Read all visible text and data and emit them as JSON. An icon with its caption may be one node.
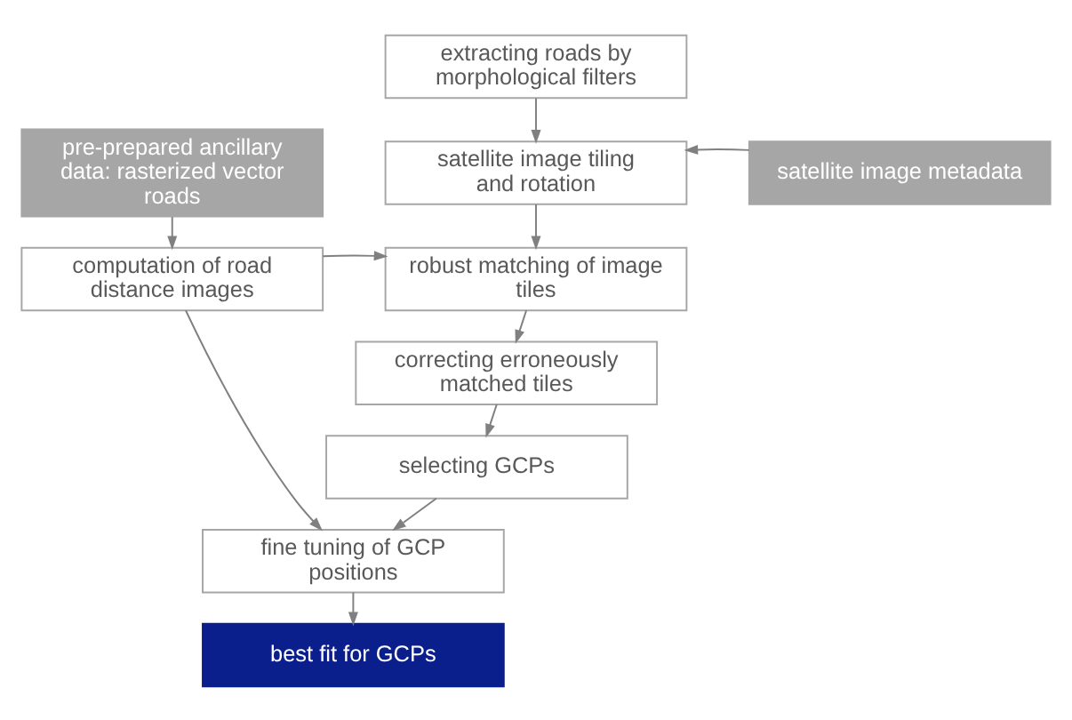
{
  "diagram": {
    "nodes": [
      {
        "text": [
          "extracting roads by morphological filters"
        ]
      },
      {
        "text": [
          "pre-prepared ancillary data: rasterized vector roads"
        ]
      },
      {
        "text": [
          "satellite image tiling and rotation"
        ]
      },
      {
        "text": [
          "satellite image metadata"
        ]
      },
      {
        "text": [
          "computation of road distance images"
        ]
      },
      {
        "text": [
          "robust matching of image tiles"
        ]
      },
      {
        "text": [
          "correcting erroneously matched tiles"
        ]
      },
      {
        "text": [
          "selecting GCPs"
        ]
      },
      {
        "text": [
          "fine tuning of GCP positions"
        ]
      },
      {
        "text": [
          "best fit for GCPs"
        ]
      }
    ],
    "edges": [
      {
        "from": 0,
        "to": 2,
        "arrow": "to"
      },
      {
        "from": 3,
        "to": 2,
        "arrow": "to"
      },
      {
        "from": 1,
        "to": 4,
        "arrow": "to"
      },
      {
        "from": 2,
        "to": 5,
        "arrow": "to"
      },
      {
        "from": 4,
        "to": 5,
        "arrow": "to"
      },
      {
        "from": 5,
        "to": 6,
        "arrow": "to"
      },
      {
        "from": 6,
        "to": 7,
        "arrow": "to"
      },
      {
        "from": 4,
        "to": 8,
        "arrow": "to"
      },
      {
        "from": 7,
        "to": 8,
        "arrow": "to"
      },
      {
        "from": 8,
        "to": 9,
        "arrow": "to"
      }
    ]
  }
}
